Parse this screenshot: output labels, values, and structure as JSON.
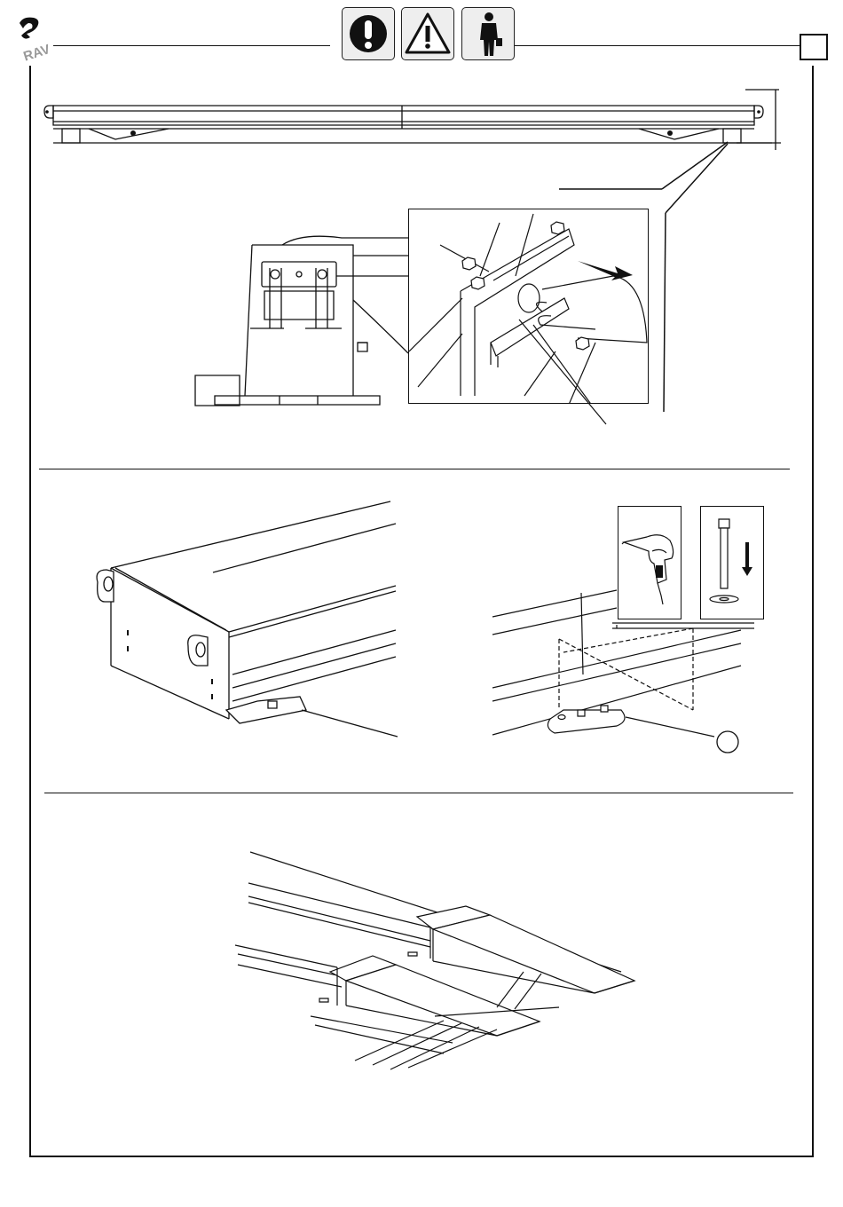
{
  "header": {
    "logo": "rav-logo",
    "safety_icons": [
      "mandatory-exclamation-icon",
      "warning-triangle-icon",
      "operator-person-icon"
    ],
    "page_number": ""
  },
  "sections": [
    {
      "name": "lift-leveling-and-lock-release",
      "callouts": []
    },
    {
      "name": "anchor-drilling-and-bolt-fixing",
      "callouts": [
        ""
      ]
    },
    {
      "name": "ramp-positioning",
      "callouts": []
    }
  ]
}
